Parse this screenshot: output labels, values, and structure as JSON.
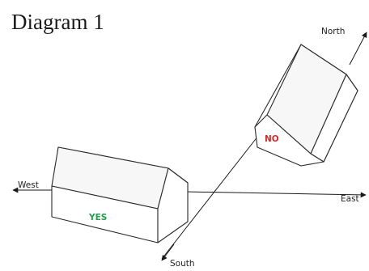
{
  "title": "Diagram 1",
  "directions": {
    "north": "North",
    "south": "South",
    "east": "East",
    "west": "West"
  },
  "houses": {
    "yes": {
      "label": "YES",
      "color": "#22a04a"
    },
    "no": {
      "label": "NO",
      "color": "#d42a2a"
    }
  }
}
